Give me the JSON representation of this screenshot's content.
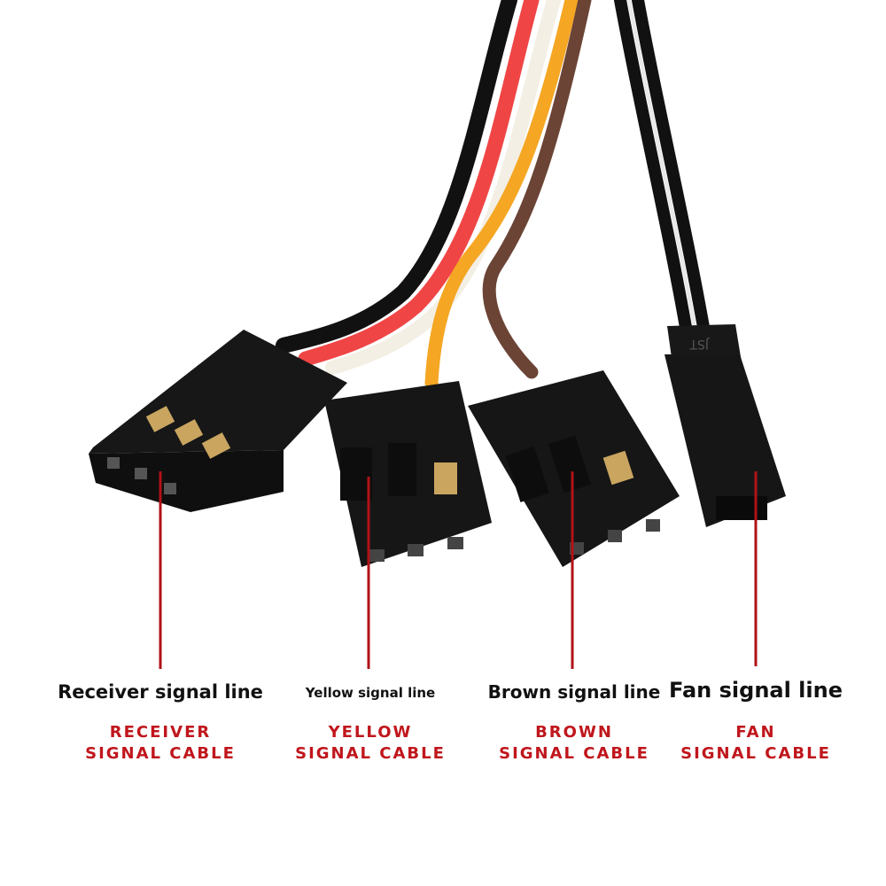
{
  "colors": {
    "background": "#ffffff",
    "leader_line": "#b01218",
    "label_red": "#c0161c",
    "connector": "#161616",
    "pin": "#c9a560"
  },
  "connector_mark": "JST",
  "labels": [
    {
      "id": "receiver",
      "title": "Receiver signal line",
      "caption_line1": "RECEIVER",
      "caption_line2": "SIGNAL CABLE"
    },
    {
      "id": "yellow",
      "title": "Yellow signal line",
      "caption_line1": "YELLOW",
      "caption_line2": "SIGNAL CABLE"
    },
    {
      "id": "brown",
      "title": "Brown signal line",
      "caption_line1": "BROWN",
      "caption_line2": "SIGNAL CABLE"
    },
    {
      "id": "fan",
      "title": "Fan signal line",
      "caption_line1": "FAN",
      "caption_line2": "SIGNAL CABLE"
    }
  ]
}
